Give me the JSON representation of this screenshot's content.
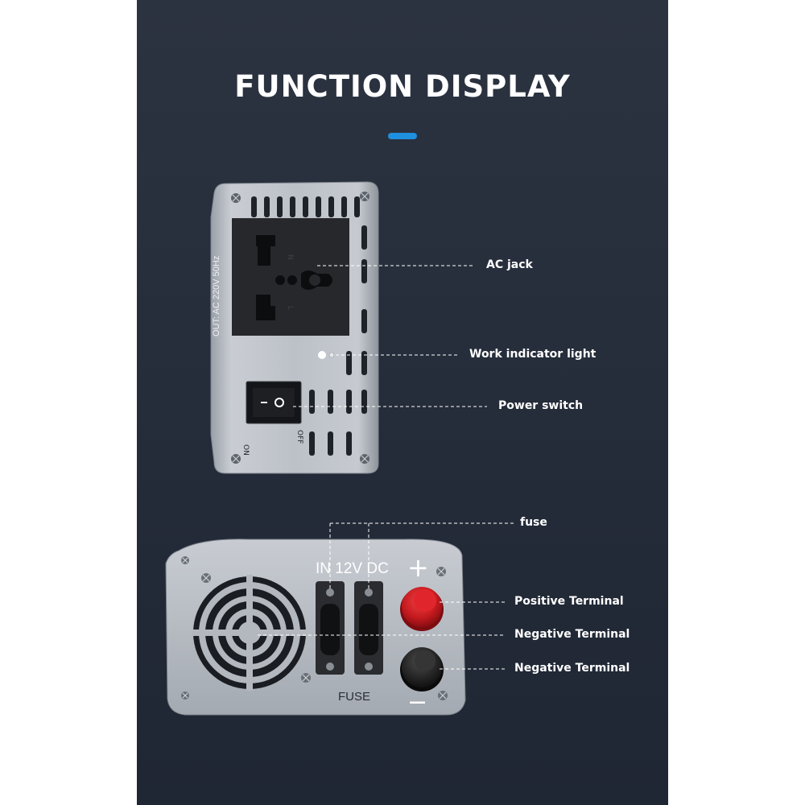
{
  "header": {
    "title": "FUNCTION DISPLAY"
  },
  "top_unit": {
    "side_print": "OUT: AC 220V 50Hz",
    "switch_on": "ON",
    "switch_off": "OFF"
  },
  "bottom_unit": {
    "input_print": "IN 12V DC",
    "fuse_print": "FUSE",
    "plus_sign": "+",
    "minus_sign": "−"
  },
  "callouts": {
    "ac_jack": "AC jack",
    "work_indicator": "Work indicator light",
    "power_switch": "Power switch",
    "fuse": "fuse",
    "positive_terminal": "Positive Terminal",
    "negative_terminal_1": "Negative Terminal",
    "negative_terminal_2": "Negative Terminal"
  },
  "colors": {
    "background": "#262e3c",
    "accent_bar": "#1f8fe0",
    "casing": "#b9bec6",
    "positive_cap": "#c8161d",
    "negative_cap": "#1c1c1c"
  }
}
